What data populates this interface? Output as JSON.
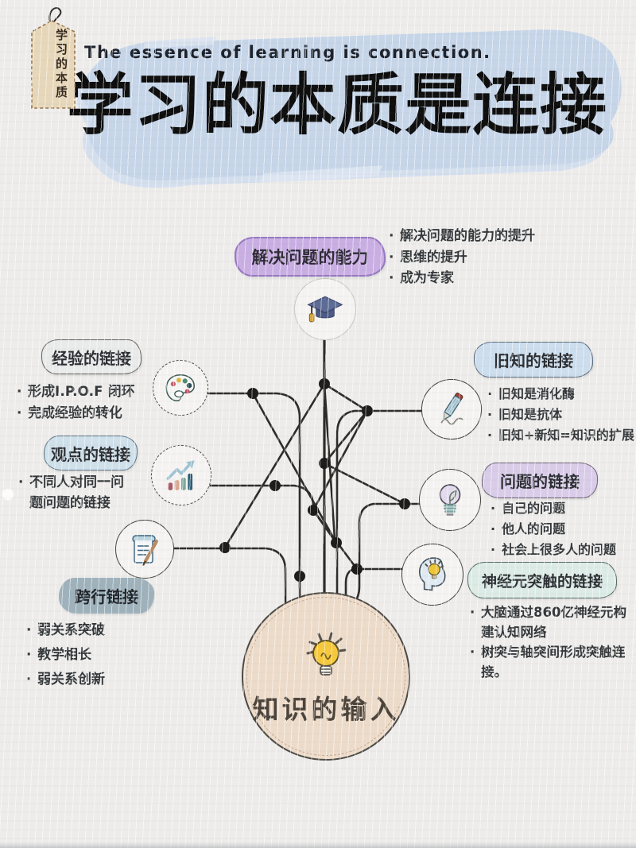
{
  "header": {
    "tag": "学习的本质",
    "subtitle": "The essence of learning is connection.",
    "title": "学习的本质是连接"
  },
  "hub": {
    "label": "知识的输入",
    "icon": "glowing-bulb-icon"
  },
  "top_node": {
    "label": "解决问题的能力",
    "icon": "graduation-cap-icon",
    "badge_color": "#c9aee3",
    "points": [
      "解决问题的能力的提升",
      "思维的提升",
      "成为专家"
    ]
  },
  "left_nodes": [
    {
      "label": "经验的链接",
      "icon": "palette-icon",
      "badge_color": "#e9eaea",
      "points": [
        "形成I.P.O.F 闭环",
        "完成经验的转化"
      ]
    },
    {
      "label": "观点的链接",
      "icon": "bar-chart-icon",
      "badge_color": "#cfe0ea",
      "points": [
        "不同人对同一问题问题的链接"
      ]
    },
    {
      "label": "跨行链接",
      "icon": "scroll-pen-icon",
      "badge_color": "#9fb2bc",
      "points": [
        "弱关系突破",
        "教学相长",
        "弱关系创新"
      ]
    }
  ],
  "right_nodes": [
    {
      "label": "旧知的链接",
      "icon": "pencil-icon",
      "badge_color": "#ccdded",
      "points": [
        "旧知是消化酶",
        "旧知是抗体",
        "旧知+新知=知识的扩展"
      ]
    },
    {
      "label": "问题的链接",
      "icon": "lightbulb-icon",
      "badge_color": "#d9cce9",
      "points": [
        "自己的问题",
        "他人的问题",
        "社会上很多人的问题"
      ]
    },
    {
      "label": "神经元突触的链接",
      "icon": "head-bulb-icon",
      "badge_color": "#dcebe6",
      "points": [
        "大脑通过860亿神经元构建认知网络",
        "树突与轴突间形成突触连接。"
      ]
    }
  ],
  "colors": {
    "background": "#edecea",
    "brush_stroke": "#c6d5e8",
    "title_text": "#0e0e0e",
    "line": "#2e2b28",
    "hub_fill": "#eddbca",
    "tag_fill": "#e7d7ba"
  }
}
